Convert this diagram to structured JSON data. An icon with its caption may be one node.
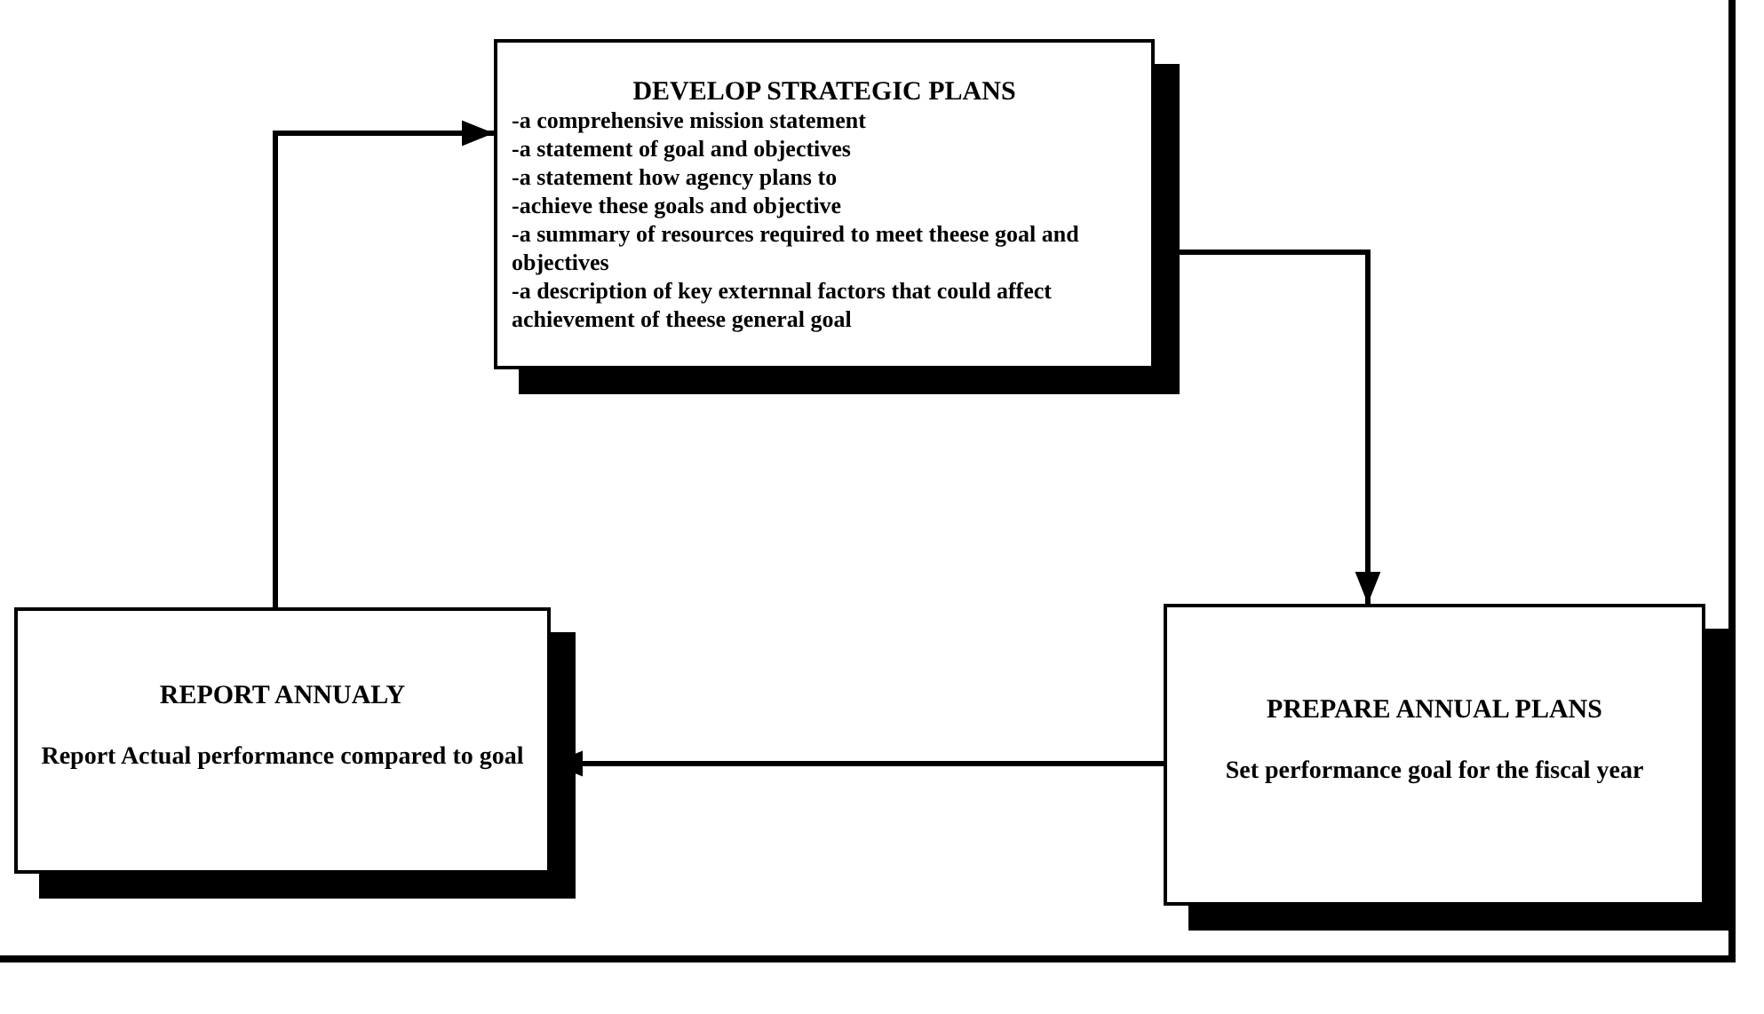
{
  "diagram": {
    "nodes": [
      {
        "text": [
          "DEVELOP STRATEGIC PLANS",
          "-a comprehensive mission statement",
          "-a statement of goal and objectives",
          "-a statement how agency plans to",
          "-achieve these goals and objective",
          "-a summary of resources required to meet theese goal and objectives",
          "-a description of key externnal factors that could affect achievement of theese general goal"
        ]
      },
      {
        "text": [
          "REPORT ANNUALY",
          "Report Actual performance compared to goal"
        ]
      },
      {
        "text": [
          "PREPARE ANNUAL PLANS",
          "Set performance goal for the fiscal year"
        ]
      }
    ],
    "edges": [
      {
        "from": 0,
        "to": 2,
        "arrow": "to"
      },
      {
        "from": 2,
        "to": 1,
        "arrow": "to"
      },
      {
        "from": 1,
        "to": 0,
        "arrow": "to"
      }
    ]
  }
}
